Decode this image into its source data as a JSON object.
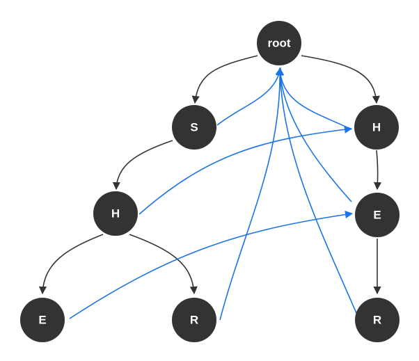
{
  "colors": {
    "node": "#333333",
    "tree_edge": "#333333",
    "link_edge": "#1a73e8",
    "label": "#ffffff"
  },
  "nodes": [
    {
      "id": "root",
      "label": "root"
    },
    {
      "id": "s",
      "label": "S"
    },
    {
      "id": "h-right",
      "label": "H"
    },
    {
      "id": "h-left",
      "label": "H"
    },
    {
      "id": "e-right",
      "label": "E"
    },
    {
      "id": "e-left",
      "label": "E"
    },
    {
      "id": "r-mid",
      "label": "R"
    },
    {
      "id": "r-right",
      "label": "R"
    }
  ],
  "tree_edges": [
    {
      "from": "root",
      "to": "s"
    },
    {
      "from": "root",
      "to": "h-right"
    },
    {
      "from": "s",
      "to": "h-left"
    },
    {
      "from": "h-left",
      "to": "e-left"
    },
    {
      "from": "h-left",
      "to": "r-mid"
    },
    {
      "from": "h-right",
      "to": "e-right"
    },
    {
      "from": "e-right",
      "to": "r-right"
    }
  ],
  "link_edges": [
    {
      "from": "s",
      "to": "root"
    },
    {
      "from": "h-left",
      "to": "h-right"
    },
    {
      "from": "e-left",
      "to": "e-right"
    },
    {
      "from": "r-mid",
      "to": "root"
    },
    {
      "from": "h-right",
      "to": "root"
    },
    {
      "from": "e-right",
      "to": "root"
    },
    {
      "from": "r-right",
      "to": "root"
    }
  ]
}
